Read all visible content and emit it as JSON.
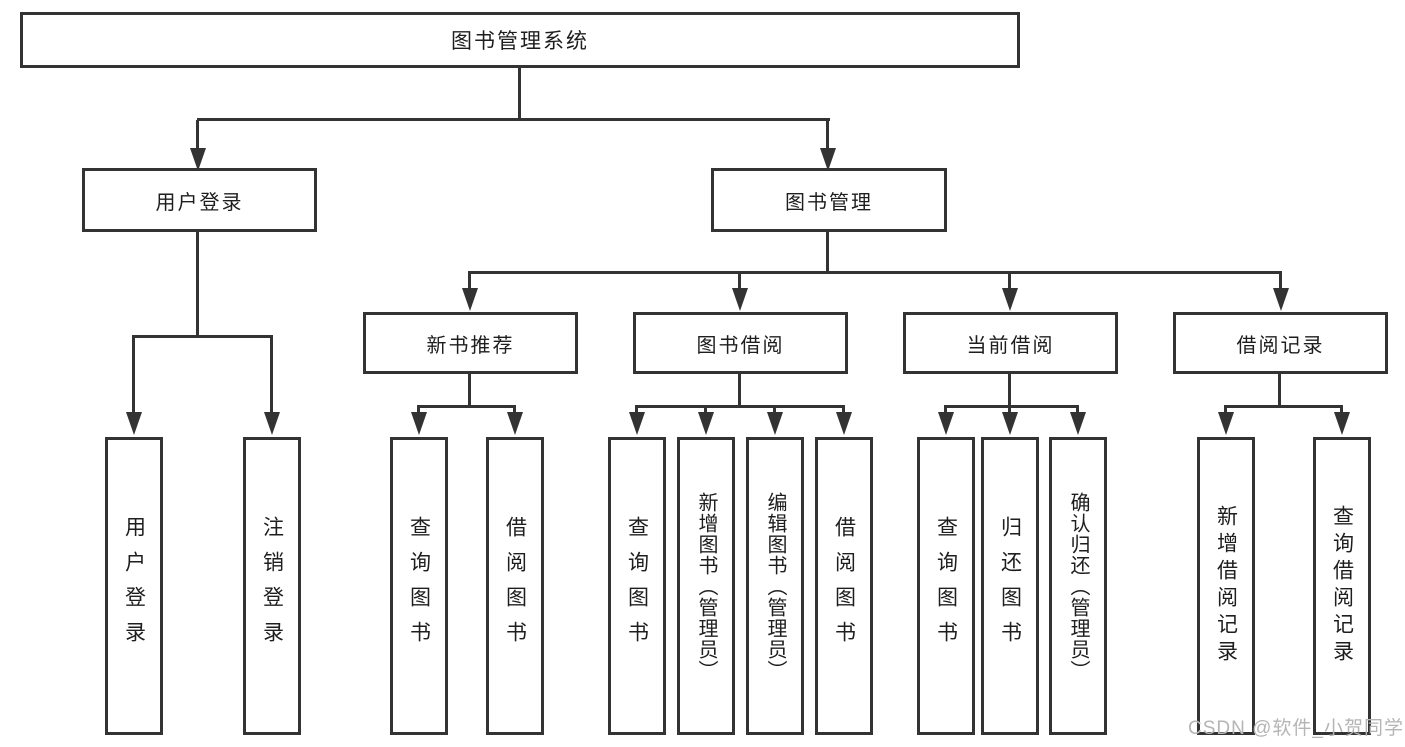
{
  "nodes": {
    "root": {
      "label": "图书管理系统"
    },
    "branches": [
      {
        "label": "用户登录",
        "children": [
          {
            "label": "用户登录"
          },
          {
            "label": "注销登录"
          }
        ]
      },
      {
        "label": "图书管理",
        "children": [
          {
            "label": "新书推荐",
            "children": [
              {
                "label": "查询图书"
              },
              {
                "label": "借阅图书"
              }
            ]
          },
          {
            "label": "图书借阅",
            "children": [
              {
                "label": "查询图书"
              },
              {
                "label": "新增图书（管理员）"
              },
              {
                "label": "编辑图书（管理员）"
              },
              {
                "label": "借阅图书"
              }
            ]
          },
          {
            "label": "当前借阅",
            "children": [
              {
                "label": "查询图书"
              },
              {
                "label": "归还图书"
              },
              {
                "label": "确认归还（管理员）"
              }
            ]
          },
          {
            "label": "借阅记录",
            "children": [
              {
                "label": "新增借阅记录"
              },
              {
                "label": "查询借阅记录"
              }
            ]
          }
        ]
      }
    ]
  },
  "watermark": {
    "text": "CSDN @软件_小贺同学"
  },
  "colors": {
    "line": "#333333",
    "text": "#1e1e1e",
    "watermark": "#b5b5b5",
    "background": "#ffffff"
  }
}
